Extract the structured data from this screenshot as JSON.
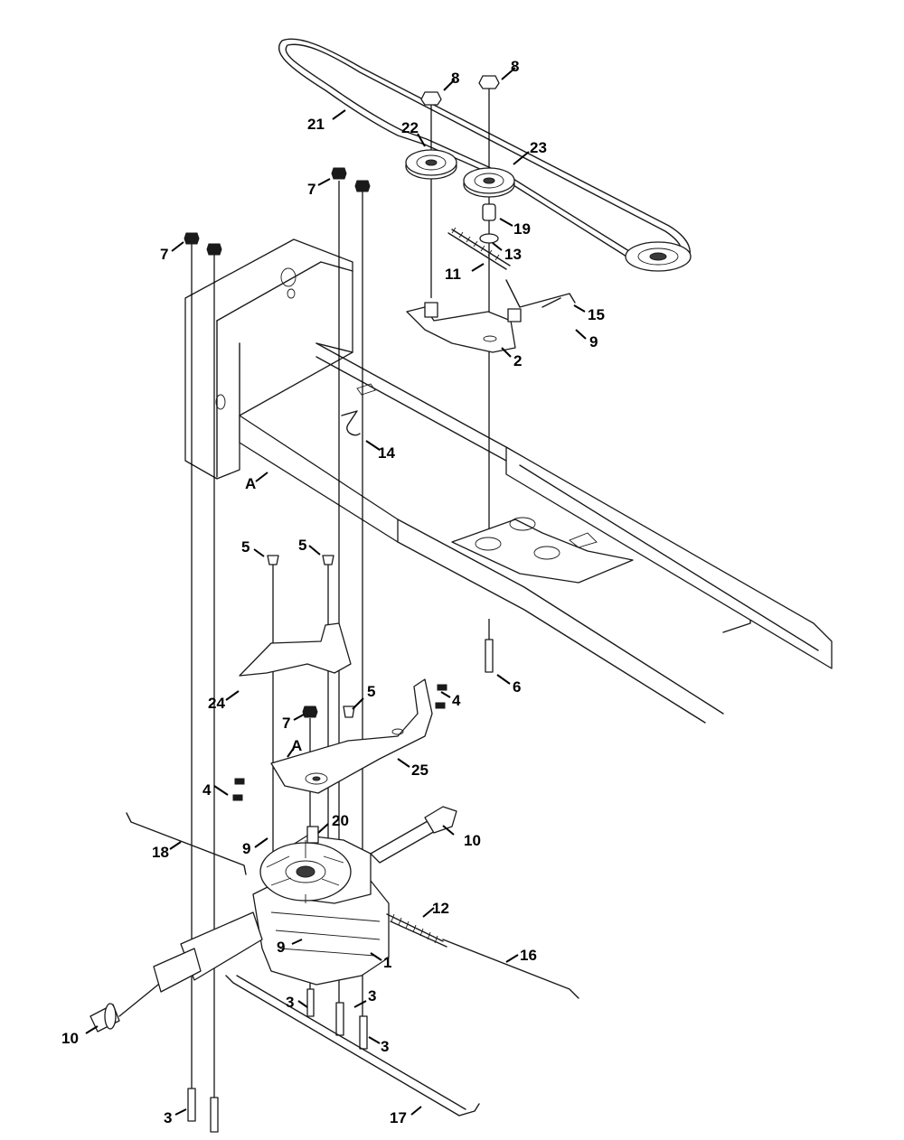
{
  "callouts": [
    {
      "id": "c1",
      "text": "1"
    },
    {
      "id": "c2",
      "text": "2"
    },
    {
      "id": "c3a",
      "text": "3"
    },
    {
      "id": "c3b",
      "text": "3"
    },
    {
      "id": "c3c",
      "text": "3"
    },
    {
      "id": "c3d",
      "text": "3"
    },
    {
      "id": "c4a",
      "text": "4"
    },
    {
      "id": "c4b",
      "text": "4"
    },
    {
      "id": "c5a",
      "text": "5"
    },
    {
      "id": "c5b",
      "text": "5"
    },
    {
      "id": "c5c",
      "text": "5"
    },
    {
      "id": "c6",
      "text": "6"
    },
    {
      "id": "c7a",
      "text": "7"
    },
    {
      "id": "c7b",
      "text": "7"
    },
    {
      "id": "c7c",
      "text": "7"
    },
    {
      "id": "c8a",
      "text": "8"
    },
    {
      "id": "c8b",
      "text": "8"
    },
    {
      "id": "c9a",
      "text": "9"
    },
    {
      "id": "c9b",
      "text": "9"
    },
    {
      "id": "c9c",
      "text": "9"
    },
    {
      "id": "c10a",
      "text": "10"
    },
    {
      "id": "c10b",
      "text": "10"
    },
    {
      "id": "c11",
      "text": "11"
    },
    {
      "id": "c12",
      "text": "12"
    },
    {
      "id": "c13",
      "text": "13"
    },
    {
      "id": "c14",
      "text": "14"
    },
    {
      "id": "c15",
      "text": "15"
    },
    {
      "id": "c16",
      "text": "16"
    },
    {
      "id": "c17",
      "text": "17"
    },
    {
      "id": "c18",
      "text": "18"
    },
    {
      "id": "c19",
      "text": "19"
    },
    {
      "id": "c20",
      "text": "20"
    },
    {
      "id": "c21",
      "text": "21"
    },
    {
      "id": "c22",
      "text": "22"
    },
    {
      "id": "c23",
      "text": "23"
    },
    {
      "id": "c24",
      "text": "24"
    },
    {
      "id": "c25",
      "text": "25"
    },
    {
      "id": "cAa",
      "text": "A"
    },
    {
      "id": "cAb",
      "text": "A"
    }
  ]
}
